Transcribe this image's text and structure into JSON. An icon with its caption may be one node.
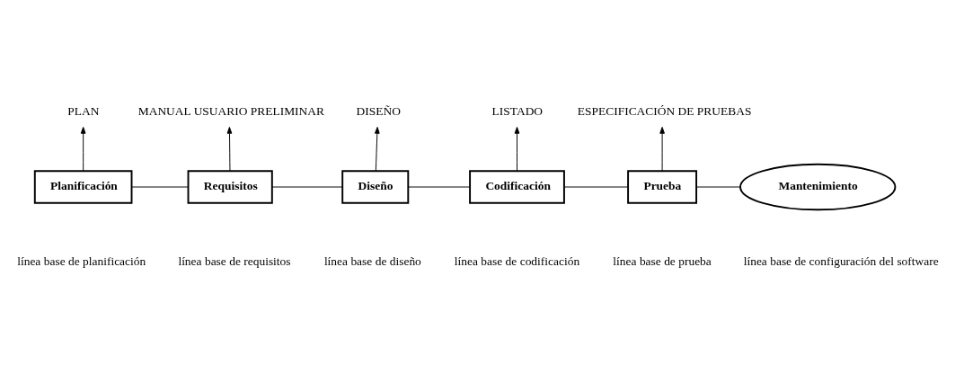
{
  "diagram": {
    "nodes": [
      {
        "text": [
          "Planificación"
        ]
      },
      {
        "text": [
          "Requisitos"
        ]
      },
      {
        "text": [
          "Diseño"
        ]
      },
      {
        "text": [
          "Codificación"
        ]
      },
      {
        "text": [
          "Prueba"
        ]
      },
      {
        "text": [
          "Mantenimiento"
        ]
      },
      {
        "text": [
          "PLAN"
        ]
      },
      {
        "text": [
          "MANUAL USUARIO PRELIMINAR"
        ]
      },
      {
        "text": [
          "DISEÑO"
        ]
      },
      {
        "text": [
          "LISTADO"
        ]
      },
      {
        "text": [
          "ESPECIFICACIÓN DE PRUEBAS"
        ]
      }
    ],
    "edges": [
      {
        "from": 0,
        "to": 1,
        "arrow": "none"
      },
      {
        "from": 1,
        "to": 2,
        "arrow": "none"
      },
      {
        "from": 2,
        "to": 3,
        "arrow": "none"
      },
      {
        "from": 3,
        "to": 4,
        "arrow": "none"
      },
      {
        "from": 4,
        "to": 5,
        "arrow": "none"
      },
      {
        "from": 0,
        "to": 6,
        "arrow": "to"
      },
      {
        "from": 1,
        "to": 7,
        "arrow": "to"
      },
      {
        "from": 2,
        "to": 8,
        "arrow": "to"
      },
      {
        "from": 3,
        "to": 9,
        "arrow": "to"
      },
      {
        "from": 4,
        "to": 10,
        "arrow": "to"
      }
    ],
    "labels": [
      "línea base de planificación",
      "línea base de requisitos",
      "línea base de diseño",
      "línea base de codificación",
      "línea base de prueba",
      "línea base de configuración del software"
    ]
  }
}
